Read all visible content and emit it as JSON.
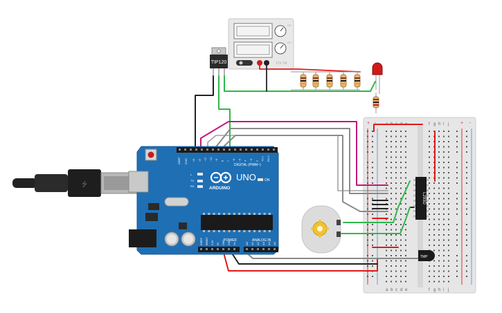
{
  "power_supply": {
    "readouts": [
      "",
      ""
    ],
    "side_labels": [
      "CC",
      "CV"
    ],
    "bottom_label": "12V 2A"
  },
  "transistor": {
    "label": "TIP120"
  },
  "arduino": {
    "brand": "ARDUINO",
    "model": "UNO",
    "digital_header_label": "DIGITAL (PWM~)",
    "power_label": "POWER",
    "analog_label": "ANALOG IN",
    "on_label": "ON",
    "aref_label": "AREF",
    "gnd_label": "GND",
    "tx_label": "TX",
    "rx_label": "RX",
    "l_label": "L",
    "digital_pins": [
      "13",
      "12",
      "~11",
      "~10",
      "~9",
      "8",
      "7",
      "~6",
      "~5",
      "4",
      "~3",
      "2",
      "TX 1",
      "RX 0"
    ],
    "power_pins": [
      "IOREF",
      "RESET",
      "3.3V",
      "5V",
      "GND",
      "GND",
      "Vin"
    ],
    "analog_pins": [
      "A0",
      "A1",
      "A2",
      "A3",
      "A4",
      "A5"
    ]
  },
  "chip": {
    "label": "L293D"
  },
  "sensor": {
    "label": "TMP"
  },
  "breadboard": {
    "column_letters_left": [
      "a",
      "b",
      "c",
      "d",
      "e"
    ],
    "column_letters_right": [
      "f",
      "g",
      "h",
      "i",
      "j"
    ],
    "rail_plus": "+",
    "rail_minus": "-"
  },
  "colors": {
    "board_blue": "#1f6fb4",
    "wire_green": "#2fb84a",
    "wire_magenta": "#c2187a",
    "wire_red": "#e01919",
    "wire_black": "#222222",
    "wire_gray": "#8a8a8a",
    "led_red": "#d01a1a"
  }
}
